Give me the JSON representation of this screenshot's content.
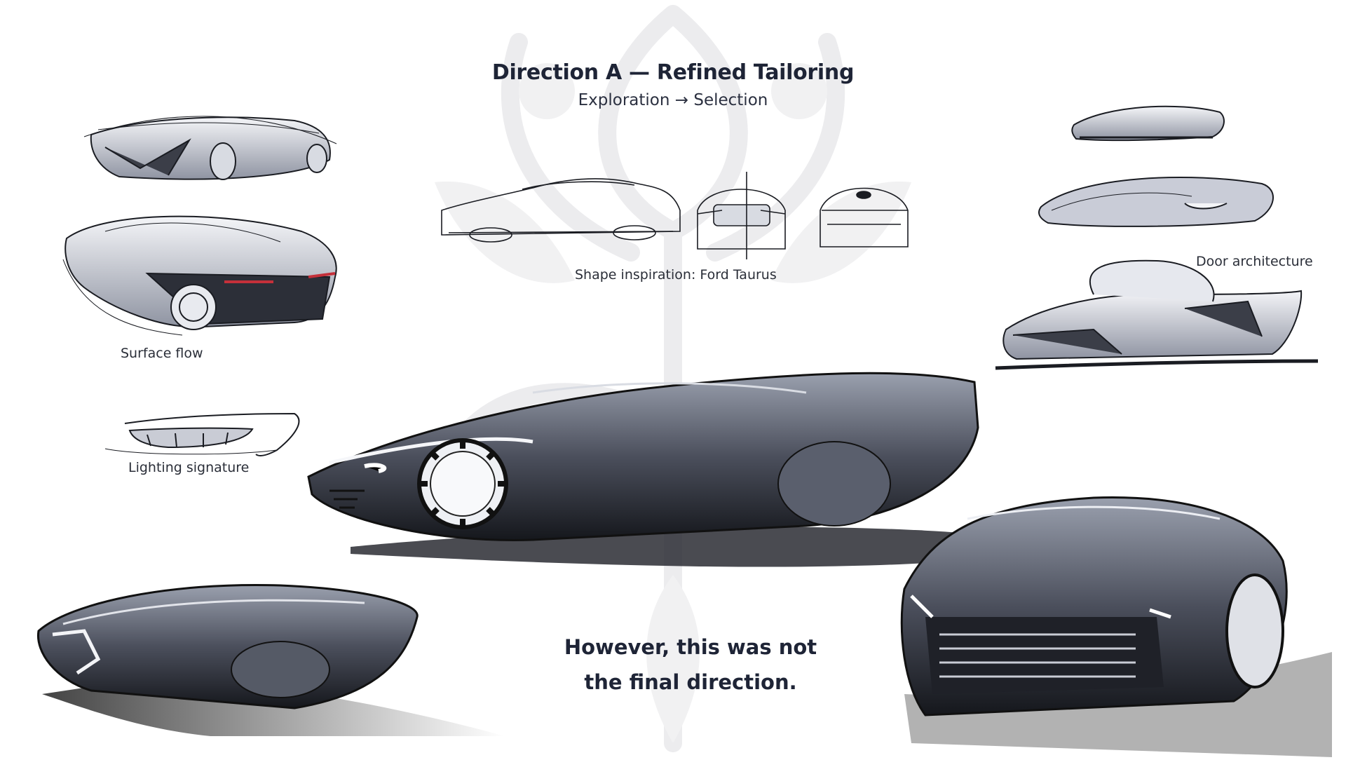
{
  "header": {
    "title": "Direction A — Refined Tailoring",
    "subtitle": "Exploration → Selection"
  },
  "captions": {
    "shape_inspiration": "Shape inspiration: Ford Taurus",
    "surface_flow": "Surface flow",
    "lighting_signature": "Lighting signature",
    "door_architecture": "Door architecture"
  },
  "closing": {
    "line1": "However, this was not",
    "line2": "the final direction."
  },
  "colors": {
    "text": "#1e2436",
    "sketch_ink": "#1a1c22",
    "marker_grey": "#6e7382",
    "watermark": "#eeeeef",
    "accent_red": "#c4303a"
  }
}
